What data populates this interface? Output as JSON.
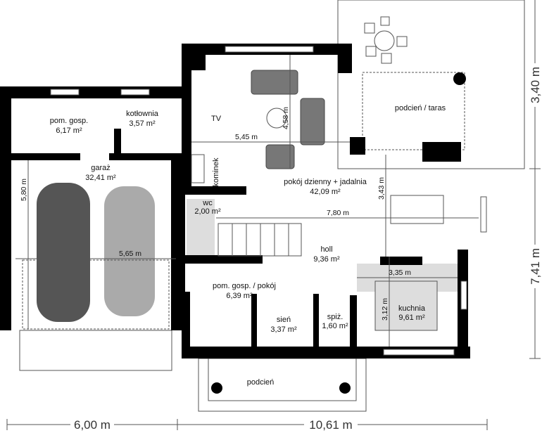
{
  "rooms": [
    {
      "name": "pom. gosp.",
      "area": "6,17 m²"
    },
    {
      "name": "kotłownia",
      "area": "3,57 m²"
    },
    {
      "name": "garaż",
      "area": "32,41 m²"
    },
    {
      "name": "wc",
      "area": "2,00 m²"
    },
    {
      "name": "pokój dzienny + jadalnia",
      "area": "42,09 m²"
    },
    {
      "name": "holl",
      "area": "9,36 m²"
    },
    {
      "name": "pom. gosp. / pokój",
      "area": "6,39 m²"
    },
    {
      "name": "sień",
      "area": "3,37 m²"
    },
    {
      "name": "spiż.",
      "area": "1,60 m²"
    },
    {
      "name": "kuchnia",
      "area": "9,61 m²"
    }
  ],
  "labels": {
    "tv": "TV",
    "kominek": "kominek",
    "terrace": "podcień / taras",
    "porch": "podcień"
  },
  "dimensions": {
    "garage_depth": "5,80 m",
    "garage_width": "5,65 m",
    "living_width": "5,45 m",
    "living_depth": "4,58 m",
    "dining_depth": "3,43 m",
    "hall_width": "7,80 m",
    "kitchen_width": "3,35 m",
    "kitchen_depth": "3,12 m",
    "overall_left": "6,00 m",
    "overall_right": "10,61 m",
    "terrace_depth": "3,40 m",
    "overall_depth": "7,41 m"
  }
}
